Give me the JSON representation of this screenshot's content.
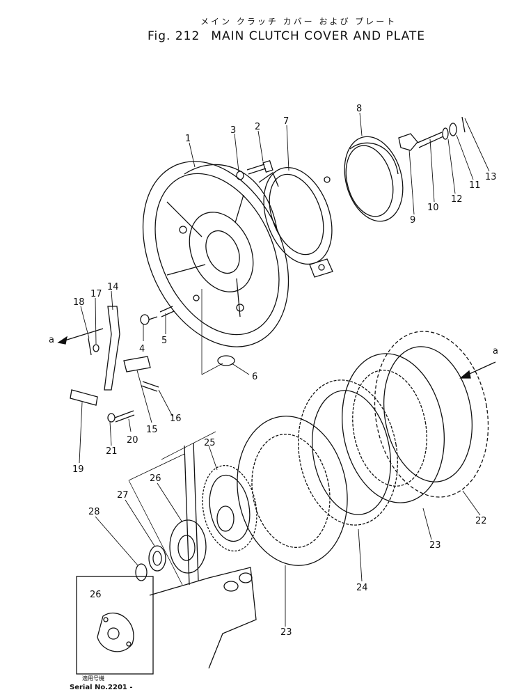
{
  "title": {
    "japanese": "メイン クラッチ カバー および プレート",
    "figure": "Fig. 212",
    "english": "MAIN CLUTCH COVER AND PLATE"
  },
  "callouts": {
    "p1": "1",
    "p2": "2",
    "p3": "3",
    "p4": "4",
    "p5": "5",
    "p6": "6",
    "p7": "7",
    "p8": "8",
    "p9": "9",
    "p10": "10",
    "p11": "11",
    "p12": "12",
    "p13": "13",
    "p14": "14",
    "p15": "15",
    "p16": "16",
    "p17": "17",
    "p18": "18",
    "p19": "19",
    "p20": "20",
    "p21": "21",
    "p22": "22",
    "p23a": "23",
    "p23b": "23",
    "p24": "24",
    "p25": "25",
    "p26": "26",
    "p26inset": "26",
    "p27": "27",
    "p28": "28",
    "refA_left": "a",
    "refA_right": "a"
  },
  "inset": {
    "serial_japanese": "適用号機",
    "serial": "Serial No.2201 -"
  }
}
